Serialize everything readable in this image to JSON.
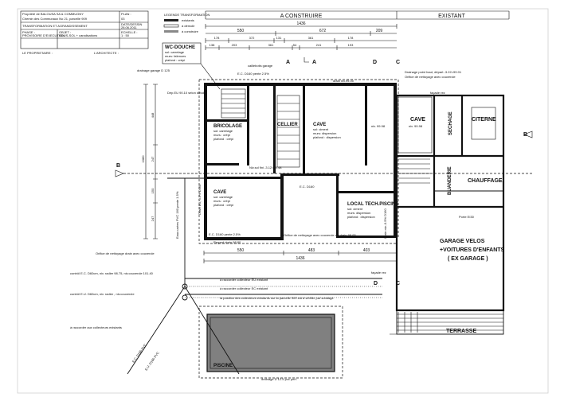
{
  "title_block": {
    "owner_line1": "Propriété de BALOUSA SA & COMMUGNY",
    "owner_line2": "Chemin des Communaux No 21, parcelle 909",
    "project": "TRANSFORMATION ET AGRANDISSEMENT",
    "phase_label": "PHASE :",
    "phase_value": "PROVISOIRE D'EXECUTION",
    "object_label": "OBJET :",
    "object_value": "SOUS-SOL + canalisations",
    "plan_label": "PLAN :",
    "plan_value": "03",
    "date_label": "DATE/DESSIN",
    "date_value": "28.06.2011",
    "scale_label": "ECHELLE :",
    "scale_value": "1 : 50",
    "owner_sig": "LE PROPRIETAIRE :",
    "architect_sig": "L'ARCHITECTE :"
  },
  "legend": {
    "title": "LEGENDE TRANSFORMATION",
    "items": [
      "existants",
      "à démolir",
      "à construire"
    ]
  },
  "zones": {
    "construire": "A CONSTRUIRE",
    "existant": "EXISTANT"
  },
  "dims": {
    "total_top": "1436",
    "top_row2": [
      "550",
      "672",
      "209"
    ],
    "top_row3": [
      "178",
      "372",
      "131",
      "361",
      "178"
    ],
    "top_row4": [
      "138",
      "203",
      "361",
      "54",
      "241",
      "193"
    ],
    "bottom_row1": [
      "550",
      "483",
      "403"
    ],
    "total_bottom": "1436",
    "left_total": "1080",
    "left_parts": [
      "448",
      "247",
      "150",
      "247"
    ]
  },
  "rooms": {
    "wc": [
      "WC-DOUCHE",
      "sol: carrelage",
      "murs: faïences",
      "plafond : crépi"
    ],
    "bricolage": [
      "BRICOLAGE",
      "sol: carrelage",
      "murs : crépi",
      "plafond : crépi"
    ],
    "cellier": [
      "CELLIER"
    ],
    "cave1": [
      "CAVE",
      "sol: ciment",
      "murs: dispersion",
      "plafond : dispersion"
    ],
    "cave2": [
      "CAVE",
      "sol: carrelage",
      "murs : crépi",
      "plafond : crépi"
    ],
    "local_tech": [
      "LOCAL TECH.PISCINE",
      "sol: ciment",
      "murs: dispersion",
      "plafond : dispersion"
    ],
    "cave_ex": [
      "CAVE"
    ],
    "sechage": [
      "SECHAGE"
    ],
    "citerne": [
      "CITERNE"
    ],
    "buanderie": [
      "BUANDERIE"
    ],
    "chauffage": [
      "CHAUFFAGE"
    ],
    "garage": [
      "GARAGE VELOS",
      "+VOITURES D'ENFANTS",
      "( EX GARAGE )"
    ],
    "terrasse": [
      "TERRASSE"
    ],
    "piscine": [
      "PISCINE"
    ]
  },
  "annotations": {
    "caillebotis": "caillebotis garage",
    "drainage_garage": "drainage garage D 125",
    "ec_pente": "E.C. D160 pente 2.5%",
    "dep_eu": "Dép.EU 90.10 selon détail A",
    "drain_niv": "drain niv.99.00",
    "drainage_haut": "Drainage point haut, départ -3.22=99.01",
    "orifice_top": "Orifice de nettoyage avec couvercle",
    "facade_top": "façade rez",
    "facade_bottom": "façade rez",
    "niv_sol_fini": "Niv.sol fini -3.12=99.48",
    "ec_d160": "E.C. D160",
    "ec_d160_bottom": "E.C. D160 pente 2.5%",
    "orifice_mid": "Orifice de nettoyage avec couvercle niv.drain 98.93",
    "regard": "Regard drain 98.80",
    "orifice_left": "Orifice de nettoyage drain avec couvercle",
    "eaux_usees": "Eaux usées PVC 160 pente 1.5%",
    "drain_label_a": "Drain EU, 0.5% D160",
    "drain_label_b": "Drain niv.-0.5% D160",
    "porte": "Porte EI30",
    "niv_cave": "niv. 99.98",
    "niv_ex": "niv. 99.98",
    "control_ec": "contrôl E.C. D60cm, niv. radier 98.75, niv.couvercle 101.40",
    "control_eu": "contrôl E.U. D60cm, niv. radier         , niv.couvercle",
    "rac_eu": "à raccorder collecteur EU existant",
    "rac_ec": "à raccorder collecteur EC existant",
    "position_note": "la position des collecteurs existants sur la parcelle 909 est à vérifier par sondage",
    "rac_collecteurs": "à raccorder aux collecteurs existants",
    "drainage_bottom": "drainage D 12.5 pvc perf.",
    "ec_d160_pvc": "E.C. D160 PVC",
    "eu_d160_pvc": "E.U. D160 PVC"
  },
  "sections": {
    "a_left": "A",
    "a_right": "A",
    "b_left": "B",
    "b_right": "B",
    "c_top": "C",
    "c_bottom": "C",
    "d_top": "D",
    "d_bottom": "D"
  }
}
